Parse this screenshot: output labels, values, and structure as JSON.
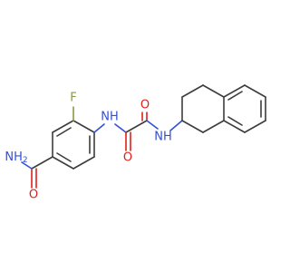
{
  "molecule": {
    "colors": {
      "carbon_bond": "#3c3c3c",
      "nitrogen": "#3050d8",
      "oxygen": "#e0201b",
      "fluorine": "#8a9a3c",
      "background": "#ffffff"
    },
    "labels": {
      "fluorine": "F",
      "amide_nh_left": "NH",
      "amide_nh_right": "NH",
      "oxygen_top": "O",
      "oxygen_bottom": "O",
      "oxygen_carboxamide": "O",
      "amine": "NH",
      "amine_subscript": "2"
    }
  }
}
